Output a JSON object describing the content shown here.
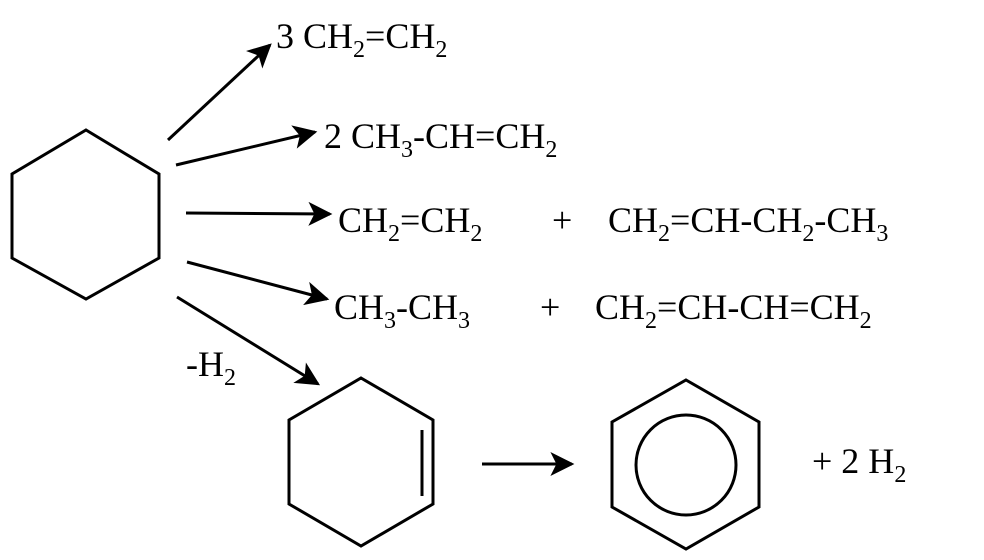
{
  "reactions": [
    {
      "products": [
        {
          "parts": [
            {
              "t": "3 CH"
            },
            {
              "t": "2",
              "sub": true
            },
            {
              "t": "=CH"
            },
            {
              "t": "2",
              "sub": true
            }
          ]
        }
      ]
    },
    {
      "products": [
        {
          "parts": [
            {
              "t": "2 CH"
            },
            {
              "t": "3",
              "sub": true
            },
            {
              "t": "-CH=CH"
            },
            {
              "t": "2",
              "sub": true
            }
          ]
        }
      ]
    },
    {
      "products": [
        {
          "parts": [
            {
              "t": "CH"
            },
            {
              "t": "2",
              "sub": true
            },
            {
              "t": "=CH"
            },
            {
              "t": "2",
              "sub": true
            }
          ]
        },
        {
          "parts": [
            {
              "t": "CH"
            },
            {
              "t": "2",
              "sub": true
            },
            {
              "t": "=CH-CH"
            },
            {
              "t": "2",
              "sub": true
            },
            {
              "t": "-CH"
            },
            {
              "t": "3",
              "sub": true
            }
          ]
        }
      ]
    },
    {
      "products": [
        {
          "parts": [
            {
              "t": "CH"
            },
            {
              "t": "3",
              "sub": true
            },
            {
              "t": "-CH"
            },
            {
              "t": "3",
              "sub": true
            }
          ]
        },
        {
          "parts": [
            {
              "t": "CH"
            },
            {
              "t": "2",
              "sub": true
            },
            {
              "t": "=CH-CH=CH"
            },
            {
              "t": "2",
              "sub": true
            }
          ]
        }
      ]
    }
  ],
  "plus_sign": "+",
  "dehydrogenation_label": {
    "parts": [
      {
        "t": "-H"
      },
      {
        "t": "2",
        "sub": true
      }
    ]
  },
  "final_byproduct": {
    "parts": [
      {
        "t": "+  2 H"
      },
      {
        "t": "2",
        "sub": true
      }
    ]
  },
  "molecules": {
    "reactant": "cyclohexane",
    "intermediate": "cyclohexene",
    "product": "benzene"
  }
}
